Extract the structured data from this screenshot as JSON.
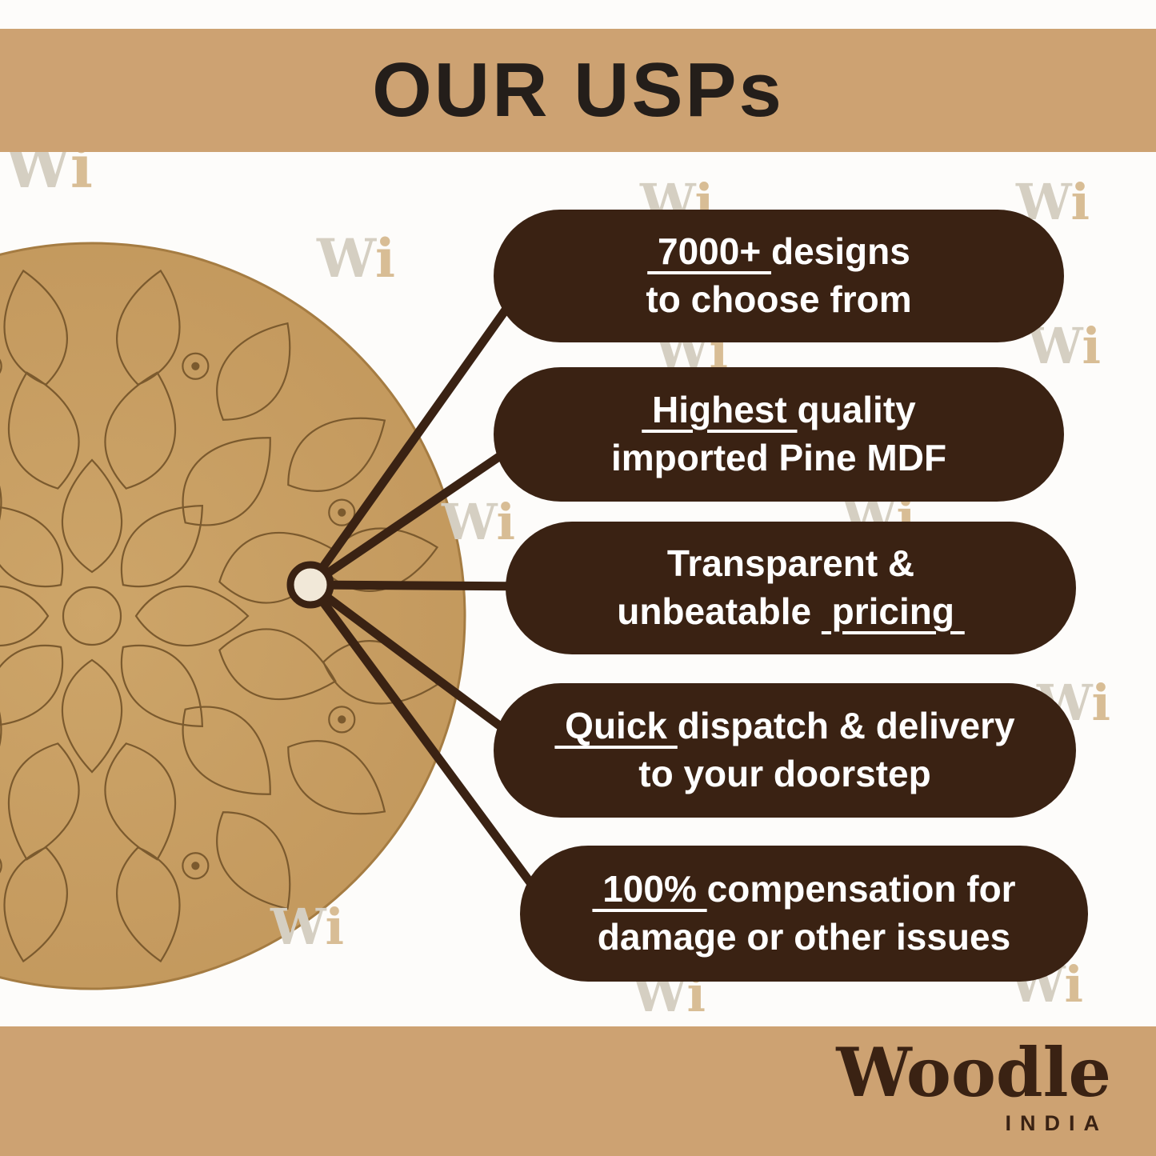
{
  "title": "OUR USPs",
  "watermark": {
    "w": "W",
    "i": "i"
  },
  "pills": [
    {
      "line1_u": " 7000+ ",
      "line1_r": "designs",
      "line2": "to choose from"
    },
    {
      "line1_u": " Highest ",
      "line1_r": "quality",
      "line2": "imported Pine MDF"
    },
    {
      "line1": "Transparent &",
      "line2_r": "unbeatable ",
      "line2_u": " pricing "
    },
    {
      "line1_u": " Quick ",
      "line1_r": "dispatch & delivery",
      "line2": "to your doorstep"
    },
    {
      "line1_u": " 100% ",
      "line1_r": "compensation for",
      "line2": "damage or other issues"
    }
  ],
  "logo": {
    "brand": "Woodle",
    "country": "INDIA"
  },
  "colors": {
    "banner": "#cda272",
    "pill": "#3a2213",
    "board": "#c89f63",
    "hub_fill": "#f1e8d8",
    "title_text": "#241e1a",
    "pill_text": "#ffffff"
  }
}
